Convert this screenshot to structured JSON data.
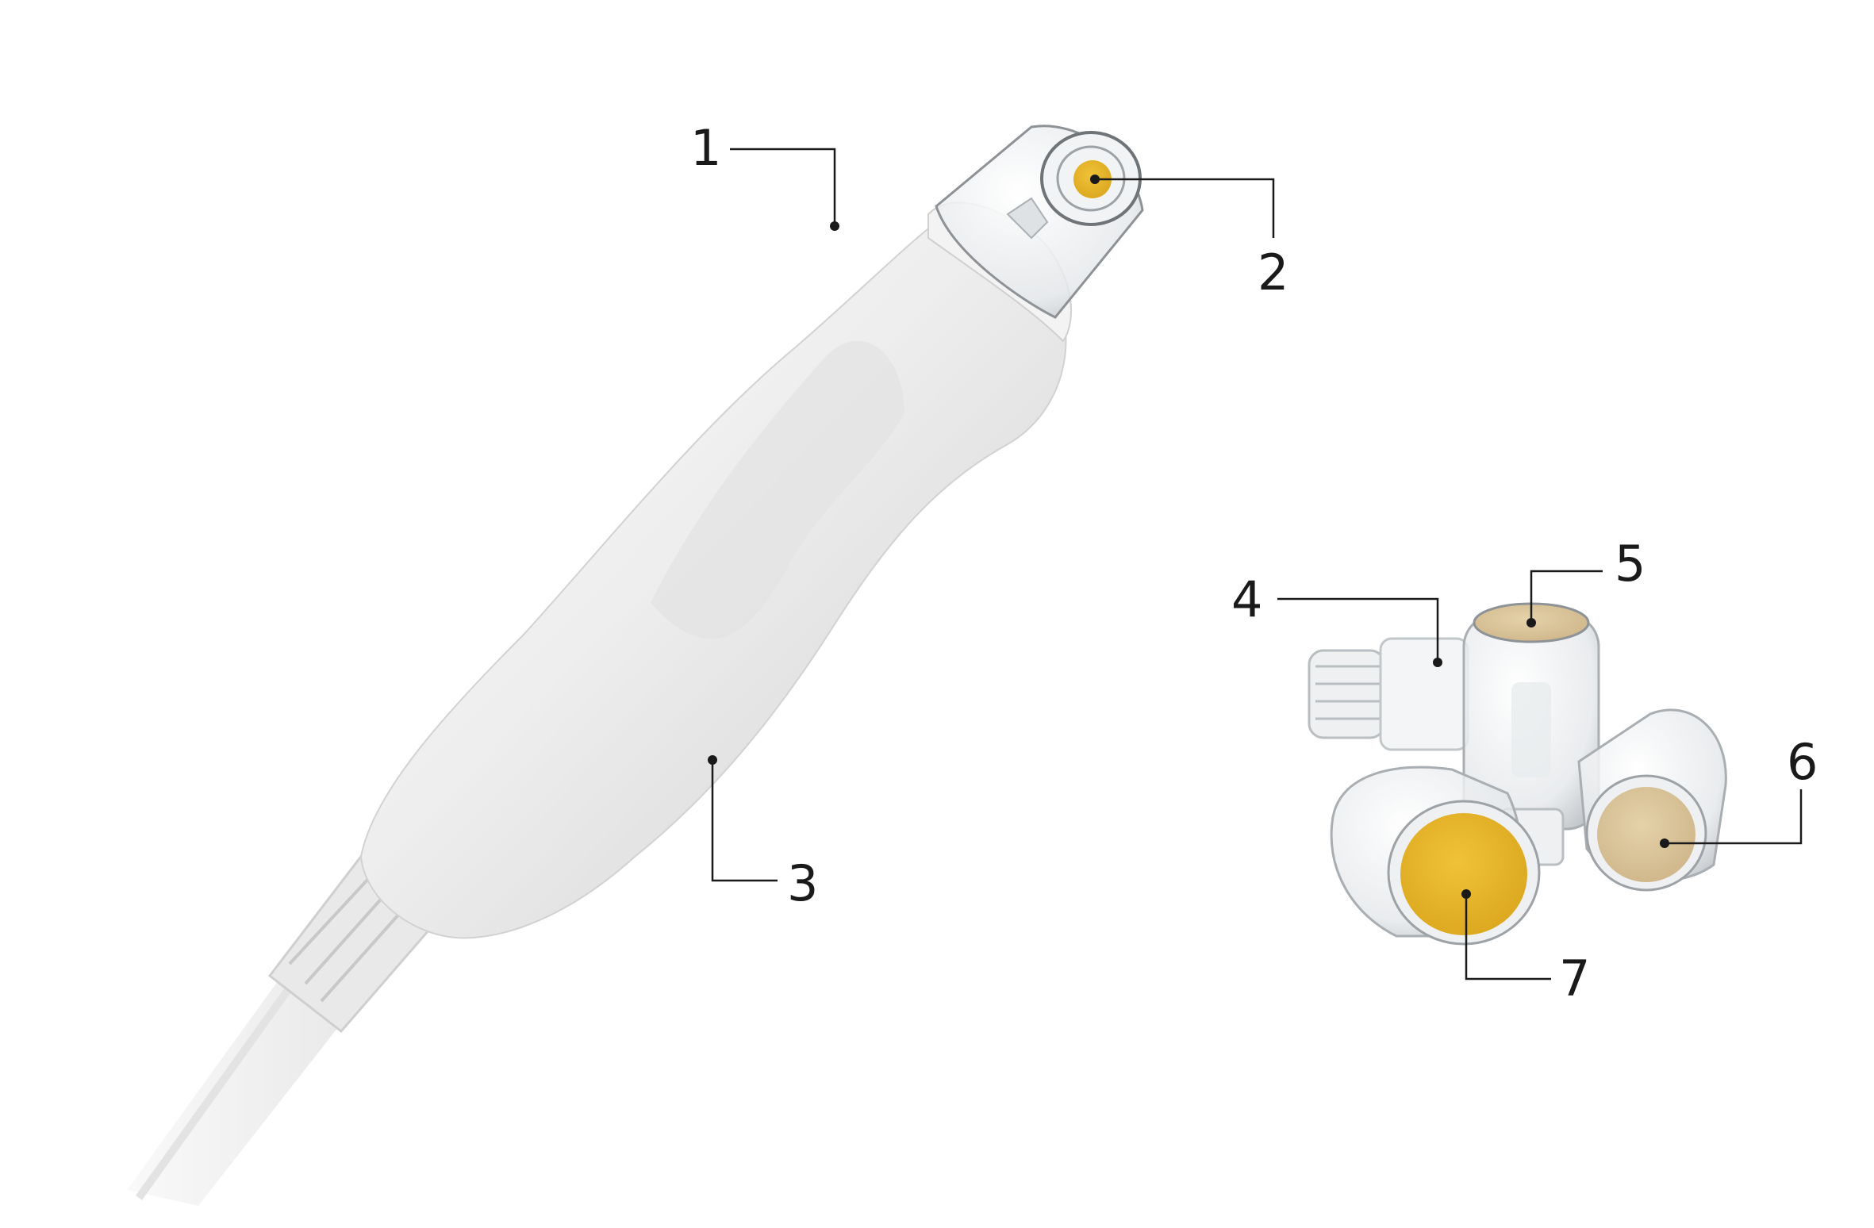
{
  "callouts": [
    {
      "id": "1",
      "label": "1"
    },
    {
      "id": "2",
      "label": "2"
    },
    {
      "id": "3",
      "label": "3"
    },
    {
      "id": "4",
      "label": "4"
    },
    {
      "id": "5",
      "label": "5"
    },
    {
      "id": "6",
      "label": "6"
    },
    {
      "id": "7",
      "label": "7"
    }
  ],
  "colors": {
    "background": "#ffffff",
    "handpiece_body": "#ececec",
    "handpiece_shadow": "#c9c9c9",
    "transparent_cap": "#d8dcdf",
    "tip_yellow": "#e8b52a",
    "tip_beige": "#d9c29a",
    "line": "#1a1a1a"
  },
  "icons": {
    "handpiece": "handpiece-device-icon",
    "tips": "tip-cartridge-icon"
  }
}
